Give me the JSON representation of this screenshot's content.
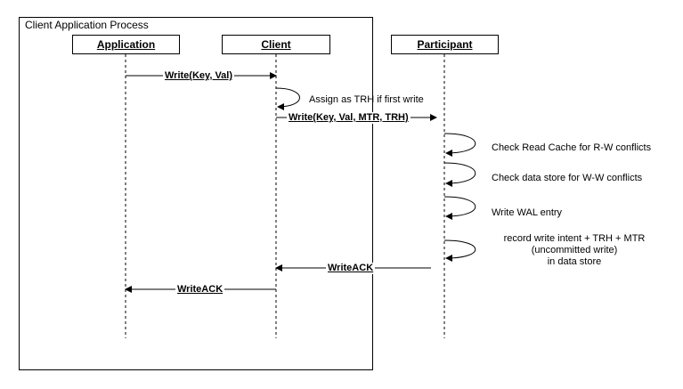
{
  "frame": {
    "title": "Client Application Process"
  },
  "actors": [
    {
      "id": "application",
      "label": "Application"
    },
    {
      "id": "client",
      "label": "Client"
    },
    {
      "id": "participant",
      "label": "Participant"
    }
  ],
  "messages": [
    {
      "id": "write-app-client",
      "label": "Write(Key, Val)"
    },
    {
      "id": "write-client-participant",
      "label": "Write(Key, Val, MTR, TRH)"
    },
    {
      "id": "writeack-participant-client",
      "label": "WriteACK"
    },
    {
      "id": "writeack-client-app",
      "label": "WriteACK"
    }
  ],
  "self_notes": [
    {
      "id": "assign-trh",
      "text": "Assign as TRH if first write"
    },
    {
      "id": "check-read-cache",
      "text": "Check Read Cache for R-W conflicts"
    },
    {
      "id": "check-data-store",
      "text": "Check data store for W-W conflicts"
    },
    {
      "id": "write-wal",
      "text": "Write WAL entry"
    },
    {
      "id": "record-intent",
      "lines": [
        "record write intent + TRH + MTR",
        "(uncommitted write)",
        "in data store"
      ]
    }
  ]
}
